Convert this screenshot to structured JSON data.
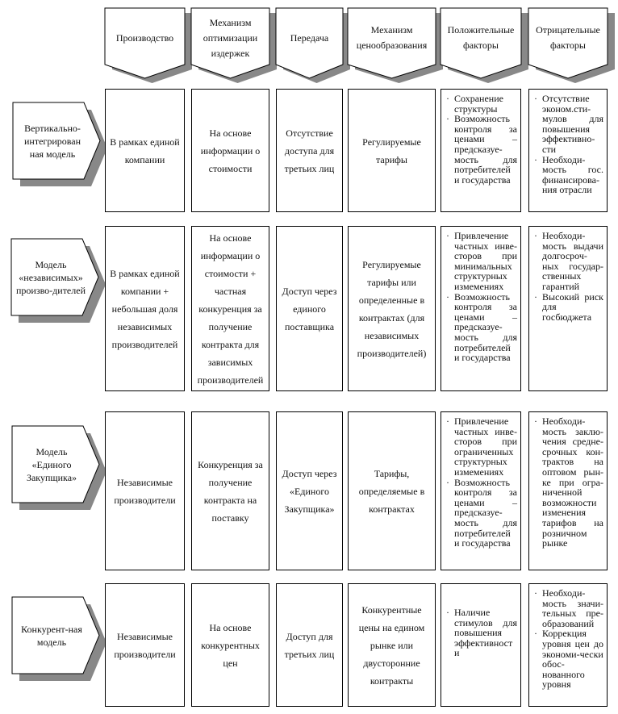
{
  "headers": [
    "Производство",
    "Механизм оптимизации издержек",
    "Передача",
    "Механизм ценообразования",
    "Положительные факторы",
    "Отрицательные факторы"
  ],
  "rows": [
    {
      "model": "Вертикально-интегрирован ная модель",
      "cells": [
        "В рамках единой компании",
        "На основе информации о стоимости",
        "Отсутствие доступа для третьих лиц",
        "Регулируемые тарифы"
      ],
      "positive": [
        "Сохранение структуры",
        "Возможность контроля за ценами – предсказуе-мость для потребителей и государства"
      ],
      "negative": [
        "Отсутствие эконом.сти-мулов для повышения эффективно-сти",
        "Необходи-мость гос. финансирова-ния отрасли"
      ]
    },
    {
      "model": "Модель «независимых» произво-дителей",
      "cells": [
        "В рамках единой компании + небольшая доля независимых производителей",
        "На основе информации о стоимости + частная конкуренция за получение контракта для зависимых производителей",
        "Доступ через единого поставщика",
        "Регулируемые тарифы или определенные в контрактах (для независимых производителей)"
      ],
      "positive": [
        "Привлечение частных инве-сторов при минимальных структурных измемениях",
        "Возможность контроля за ценами – предсказуе-мость для потребителей и государства"
      ],
      "negative": [
        "Необходи-мость выдачи долгосроч-ных государ-ственных гарантий",
        "Высокий риск для госбюджета"
      ]
    },
    {
      "model": "Модель «Единого Закупщика»",
      "cells": [
        "Независимые производители",
        "Конкуренция за получение контракта на поставку",
        "Доступ через «Единого Закупщика»",
        "Тарифы, определяемые в контрактах"
      ],
      "positive": [
        "Привлечение частных инве-сторов при ограниченных структурных измемениях",
        "Возможность контроля за ценами – предсказуе-мость для потребителей и государства"
      ],
      "negative": [
        "Необходи-мость заклю-чения средне-срочных кон-трактов на оптовом рын-ке при огра-ниченной возможности изменения тарифов на розничном рынке"
      ]
    },
    {
      "model": "Конкурент-ная модель",
      "cells": [
        "Независимые производители",
        "На основе конкурентных цен",
        "Доступ для третьих лиц",
        "Конкурентные цены на едином рынке или двусторонние контракты"
      ],
      "positive": [
        "Наличие стимулов для повышения эффективност и"
      ],
      "negative": [
        "Необходи-мость значи-тельных пре-образований",
        "Коррекция уровня цен до экономи-чески обос-нованного уровня"
      ]
    }
  ]
}
